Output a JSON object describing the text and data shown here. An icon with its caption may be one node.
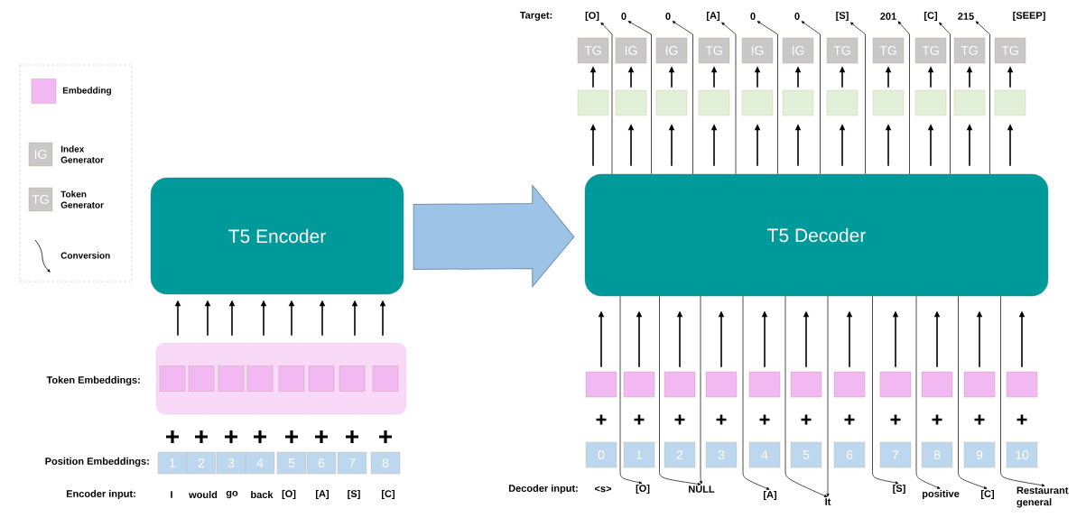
{
  "diagram": {
    "nodes": [
      {
        "text": [
          "[O]"
        ]
      },
      {
        "text": [
          "0"
        ]
      },
      {
        "text": [
          "0"
        ]
      },
      {
        "text": [
          "[A]"
        ]
      },
      {
        "text": [
          "0"
        ]
      },
      {
        "text": [
          "0"
        ]
      },
      {
        "text": [
          "[S]"
        ]
      },
      {
        "text": [
          "201"
        ]
      },
      {
        "text": [
          "[C]"
        ]
      },
      {
        "text": [
          "215"
        ]
      },
      {
        "text": [
          "[SEEP]"
        ]
      },
      {
        "text": [
          "TG"
        ]
      },
      {
        "text": [
          "IG"
        ]
      },
      {
        "text": [
          "IG"
        ]
      },
      {
        "text": [
          "TG"
        ]
      },
      {
        "text": [
          "IG"
        ]
      },
      {
        "text": [
          "IG"
        ]
      },
      {
        "text": [
          "TG"
        ]
      },
      {
        "text": [
          "TG"
        ]
      },
      {
        "text": [
          "TG"
        ]
      },
      {
        "text": [
          "TG"
        ]
      },
      {
        "text": [
          "TG"
        ]
      },
      {
        "text": [],
        "shape": "box"
      },
      {
        "text": [],
        "shape": "box"
      },
      {
        "text": [],
        "shape": "box"
      },
      {
        "text": [],
        "shape": "box"
      },
      {
        "text": [],
        "shape": "box"
      },
      {
        "text": [],
        "shape": "box"
      },
      {
        "text": [],
        "shape": "box"
      },
      {
        "text": [],
        "shape": "box"
      },
      {
        "text": [],
        "shape": "box"
      },
      {
        "text": [],
        "shape": "box"
      },
      {
        "text": [],
        "shape": "box"
      },
      {
        "text": [
          "T5 Encoder"
        ]
      },
      {
        "text": [
          "T5 Decoder"
        ]
      },
      {
        "text": [],
        "shape": "box"
      },
      {
        "text": [],
        "shape": "box",
        "in": 35
      },
      {
        "text": [],
        "shape": "box",
        "in": 35
      },
      {
        "text": [],
        "shape": "box",
        "in": 35
      },
      {
        "text": [],
        "shape": "box",
        "in": 35
      },
      {
        "text": [],
        "shape": "box",
        "in": 35
      },
      {
        "text": [],
        "shape": "box",
        "in": 35
      },
      {
        "text": [],
        "shape": "box",
        "in": 35
      },
      {
        "text": [],
        "shape": "box",
        "in": 35
      },
      {
        "text": [],
        "shape": "box"
      },
      {
        "text": [],
        "shape": "box"
      },
      {
        "text": [],
        "shape": "box"
      },
      {
        "text": [],
        "shape": "box"
      },
      {
        "text": [],
        "shape": "box"
      },
      {
        "text": [],
        "shape": "box"
      },
      {
        "text": [],
        "shape": "box"
      },
      {
        "text": [],
        "shape": "box"
      },
      {
        "text": [],
        "shape": "box"
      },
      {
        "text": [],
        "shape": "box"
      },
      {
        "text": [],
        "shape": "box"
      },
      {
        "text": [
          "1"
        ]
      },
      {
        "text": [
          "2"
        ]
      },
      {
        "text": [
          "3"
        ]
      },
      {
        "text": [
          "4"
        ]
      },
      {
        "text": [
          "5"
        ]
      },
      {
        "text": [
          "6"
        ]
      },
      {
        "text": [
          "7"
        ]
      },
      {
        "text": [
          "8"
        ]
      },
      {
        "text": [
          "0"
        ]
      },
      {
        "text": [
          "1"
        ]
      },
      {
        "text": [
          "2"
        ]
      },
      {
        "text": [
          "3"
        ]
      },
      {
        "text": [
          "4"
        ]
      },
      {
        "text": [
          "5"
        ]
      },
      {
        "text": [
          "6"
        ]
      },
      {
        "text": [
          "7"
        ]
      },
      {
        "text": [
          "8"
        ]
      },
      {
        "text": [
          "9"
        ]
      },
      {
        "text": [
          "10"
        ]
      },
      {
        "text": [
          "<s>"
        ]
      },
      {
        "text": [
          "[O]"
        ]
      },
      {
        "text": [
          "NULL"
        ]
      },
      {
        "text": [
          "[A]"
        ]
      },
      {
        "text": [
          "It"
        ]
      },
      {
        "text": [
          "[S]"
        ]
      },
      {
        "text": [
          "positive"
        ]
      },
      {
        "text": [
          "[C]"
        ]
      },
      {
        "text": [
          "Restaurant general"
        ]
      }
    ],
    "edges": [
      {
        "from": 35,
        "to": 33,
        "arrow": "to"
      },
      {
        "from": 35,
        "to": 33,
        "arrow": "to"
      },
      {
        "from": 35,
        "to": 33,
        "arrow": "to"
      },
      {
        "from": 35,
        "to": 33,
        "arrow": "to"
      },
      {
        "from": 35,
        "to": 33,
        "arrow": "to"
      },
      {
        "from": 35,
        "to": 33,
        "arrow": "to"
      },
      {
        "from": 35,
        "to": 33,
        "arrow": "to"
      },
      {
        "from": 35,
        "to": 33,
        "arrow": "to"
      },
      {
        "from": 33,
        "to": 34,
        "arrow": "to",
        "style": "thick",
        "color": "#9dc3e6"
      },
      {
        "from": 44,
        "to": 34,
        "arrow": "to"
      },
      {
        "from": 45,
        "to": 34,
        "arrow": "to"
      },
      {
        "from": 46,
        "to": 34,
        "arrow": "to"
      },
      {
        "from": 47,
        "to": 34,
        "arrow": "to"
      },
      {
        "from": 48,
        "to": 34,
        "arrow": "to"
      },
      {
        "from": 49,
        "to": 34,
        "arrow": "to"
      },
      {
        "from": 50,
        "to": 34,
        "arrow": "to"
      },
      {
        "from": 51,
        "to": 34,
        "arrow": "to"
      },
      {
        "from": 52,
        "to": 34,
        "arrow": "to"
      },
      {
        "from": 53,
        "to": 34,
        "arrow": "to"
      },
      {
        "from": 54,
        "to": 34,
        "arrow": "to"
      },
      {
        "from": 34,
        "to": 22,
        "arrow": "to"
      },
      {
        "from": 34,
        "to": 23,
        "arrow": "to"
      },
      {
        "from": 34,
        "to": 24,
        "arrow": "to"
      },
      {
        "from": 34,
        "to": 25,
        "arrow": "to"
      },
      {
        "from": 34,
        "to": 26,
        "arrow": "to"
      },
      {
        "from": 34,
        "to": 27,
        "arrow": "to"
      },
      {
        "from": 34,
        "to": 28,
        "arrow": "to"
      },
      {
        "from": 34,
        "to": 29,
        "arrow": "to"
      },
      {
        "from": 34,
        "to": 30,
        "arrow": "to"
      },
      {
        "from": 34,
        "to": 31,
        "arrow": "to"
      },
      {
        "from": 34,
        "to": 32,
        "arrow": "to"
      },
      {
        "from": 22,
        "to": 11,
        "arrow": "to"
      },
      {
        "from": 23,
        "to": 12,
        "arrow": "to"
      },
      {
        "from": 24,
        "to": 13,
        "arrow": "to"
      },
      {
        "from": 25,
        "to": 14,
        "arrow": "to"
      },
      {
        "from": 26,
        "to": 15,
        "arrow": "to"
      },
      {
        "from": 27,
        "to": 16,
        "arrow": "to"
      },
      {
        "from": 28,
        "to": 17,
        "arrow": "to"
      },
      {
        "from": 29,
        "to": 18,
        "arrow": "to"
      },
      {
        "from": 30,
        "to": 19,
        "arrow": "to"
      },
      {
        "from": 31,
        "to": 20,
        "arrow": "to"
      },
      {
        "from": 32,
        "to": 21,
        "arrow": "to"
      },
      {
        "from": 34,
        "to": 0,
        "arrow": "to"
      },
      {
        "from": 34,
        "to": 1,
        "arrow": "to"
      },
      {
        "from": 34,
        "to": 2,
        "arrow": "to"
      },
      {
        "from": 34,
        "to": 3,
        "arrow": "to"
      },
      {
        "from": 34,
        "to": 4,
        "arrow": "to"
      },
      {
        "from": 34,
        "to": 5,
        "arrow": "to"
      },
      {
        "from": 34,
        "to": 6,
        "arrow": "to"
      },
      {
        "from": 34,
        "to": 7,
        "arrow": "to"
      },
      {
        "from": 34,
        "to": 8,
        "arrow": "to"
      },
      {
        "from": 34,
        "to": 9,
        "arrow": "to"
      },
      {
        "from": 34,
        "to": 75,
        "arrow": "to"
      },
      {
        "from": 34,
        "to": 76,
        "arrow": "to"
      },
      {
        "from": 34,
        "to": 76,
        "arrow": "to"
      },
      {
        "from": 34,
        "to": 77,
        "arrow": "to"
      },
      {
        "from": 34,
        "to": 78,
        "arrow": "to"
      },
      {
        "from": 34,
        "to": 78,
        "arrow": "to"
      },
      {
        "from": 34,
        "to": 79,
        "arrow": "to"
      },
      {
        "from": 34,
        "to": 80,
        "arrow": "to"
      },
      {
        "from": 34,
        "to": 81,
        "arrow": "to"
      },
      {
        "from": 34,
        "to": 82,
        "arrow": "to"
      }
    ],
    "labels": [
      "IG",
      "TG",
      "Target:",
      "Token Embeddings:",
      "Position Embeddings:",
      "Encoder input:",
      "I",
      "would",
      "go",
      "back",
      "[O]",
      "[A]",
      "[S]",
      "[C]",
      "Decoder input:"
    ],
    "legend": [
      {
        "text": "Embedding",
        "color": "#f2b8f2"
      },
      {
        "text": "Index Generator"
      },
      {
        "text": "Token Generator"
      },
      {
        "text": "Conversion"
      }
    ]
  }
}
